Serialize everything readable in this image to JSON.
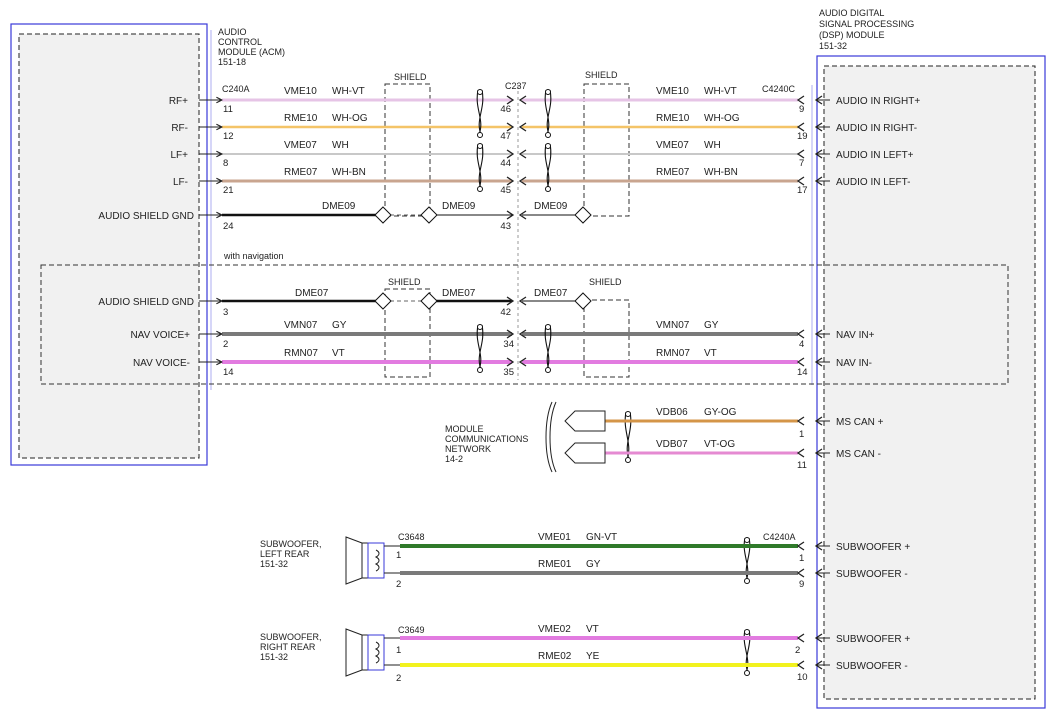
{
  "colors": {
    "box_border": "#3a3ad8",
    "WH-VT": "#e6c4e6",
    "WH-OG": "#f4c468",
    "WH": "#c8c8c8",
    "WH-BN": "#c9a58f",
    "BLACK": "#111111",
    "GY": "#7a7a7a",
    "VT": "#e27be0",
    "GY-OG": "#d49548",
    "VT-OG": "#e58ad2",
    "GN-VT": "#2f7a2a",
    "YE": "#f2f21e"
  },
  "modules": {
    "acm": {
      "lines": [
        "AUDIO",
        "CONTROL",
        "MODULE (ACM)",
        "151-18"
      ]
    },
    "dsp": {
      "lines": [
        "AUDIO DIGITAL",
        "SIGNAL PROCESSING",
        "(DSP) MODULE",
        "151-32"
      ]
    },
    "network": {
      "lines": [
        "MODULE",
        "COMMUNICATIONS",
        "NETWORK",
        "14-2"
      ]
    },
    "sub_left": {
      "lines": [
        "SUBWOOFER,",
        "LEFT REAR",
        "151-32"
      ]
    },
    "sub_right": {
      "lines": [
        "SUBWOOFER,",
        "RIGHT REAR",
        "151-32"
      ]
    }
  },
  "connectors": {
    "acm": "C240A",
    "inline": "C237",
    "dsp": "C4240C",
    "dsp_sub": "C4240A",
    "sub_left": "C3648",
    "sub_right": "C3649"
  },
  "labels": {
    "shield": "SHIELD",
    "with_navigation": "with navigation"
  },
  "acm_pins": [
    {
      "name": "RF+",
      "pin": "11"
    },
    {
      "name": "RF-",
      "pin": "12"
    },
    {
      "name": "LF+",
      "pin": "8"
    },
    {
      "name": "LF-",
      "pin": "21"
    },
    {
      "name": "AUDIO SHIELD GND",
      "pin": "24"
    },
    {
      "name": "AUDIO SHIELD GND",
      "pin": "3"
    },
    {
      "name": "NAV VOICE+",
      "pin": "2"
    },
    {
      "name": "NAV VOICE-",
      "pin": "14"
    }
  ],
  "inline_pins": [
    "46",
    "47",
    "44",
    "45",
    "43",
    "42",
    "34",
    "35"
  ],
  "dsp_pins": [
    {
      "name": "AUDIO IN RIGHT+",
      "pin": "9"
    },
    {
      "name": "AUDIO IN RIGHT-",
      "pin": "19"
    },
    {
      "name": "AUDIO IN LEFT+",
      "pin": "7"
    },
    {
      "name": "AUDIO IN LEFT-",
      "pin": "17"
    },
    {
      "name": "NAV IN+",
      "pin": "4"
    },
    {
      "name": "NAV IN-",
      "pin": "14"
    },
    {
      "name": "MS CAN +",
      "pin": "1"
    },
    {
      "name": "MS CAN -",
      "pin": "11"
    },
    {
      "name": "SUBWOOFER +",
      "pin": "1"
    },
    {
      "name": "SUBWOOFER -",
      "pin": "9"
    },
    {
      "name": "SUBWOOFER +",
      "pin": "2"
    },
    {
      "name": "SUBWOOFER -",
      "pin": "10"
    }
  ],
  "wires": [
    {
      "circuit": "VME10",
      "color": "WH-VT"
    },
    {
      "circuit": "RME10",
      "color": "WH-OG"
    },
    {
      "circuit": "VME07",
      "color": "WH"
    },
    {
      "circuit": "RME07",
      "color": "WH-BN"
    },
    {
      "circuit": "DME09",
      "color": ""
    },
    {
      "circuit": "DME07",
      "color": ""
    },
    {
      "circuit": "VMN07",
      "color": "GY"
    },
    {
      "circuit": "RMN07",
      "color": "VT"
    },
    {
      "circuit": "VDB06",
      "color": "GY-OG"
    },
    {
      "circuit": "VDB07",
      "color": "VT-OG"
    },
    {
      "circuit": "VME01",
      "color": "GN-VT"
    },
    {
      "circuit": "RME01",
      "color": "GY"
    },
    {
      "circuit": "VME02",
      "color": "VT"
    },
    {
      "circuit": "RME02",
      "color": "YE"
    }
  ],
  "sub_pins": [
    "1",
    "2"
  ]
}
